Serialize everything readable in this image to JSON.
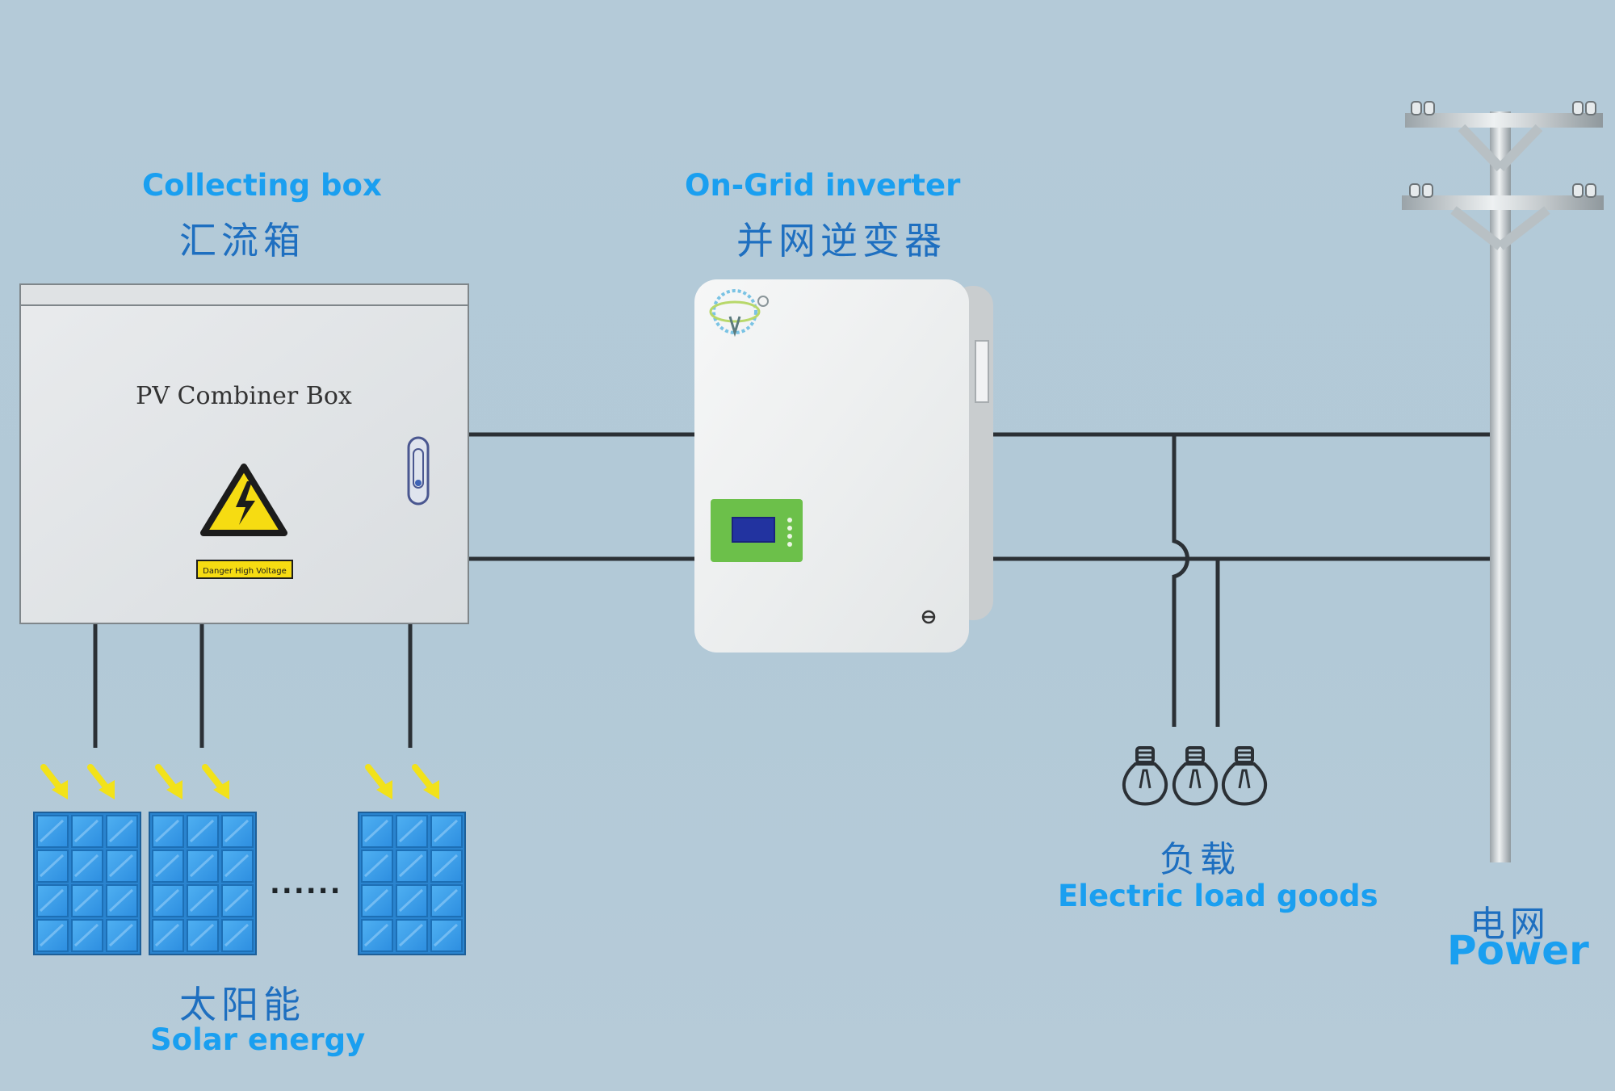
{
  "collecting_box": {
    "title_en": "Collecting box",
    "title_zh": "汇流箱",
    "panel_text": "PV Combiner Box",
    "warning_text": "Danger High Voltage"
  },
  "inverter": {
    "title_en": "On-Grid inverter",
    "title_zh": "并网逆变器"
  },
  "load": {
    "title_zh": "负载",
    "title_en": "Electric load goods"
  },
  "grid": {
    "title_zh": "电网",
    "title_en": "Power"
  },
  "solar": {
    "title_zh": "太阳能",
    "title_en": "Solar energy",
    "ellipsis": "......"
  },
  "colors": {
    "label_blue": "#1a9ff0",
    "chinese_blue": "#1e6fc0",
    "panel_blue": "#2e8fe0",
    "inverter_green": "#6cc04a",
    "arrow_yellow": "#f2e21a",
    "wire": "#2b3035"
  }
}
